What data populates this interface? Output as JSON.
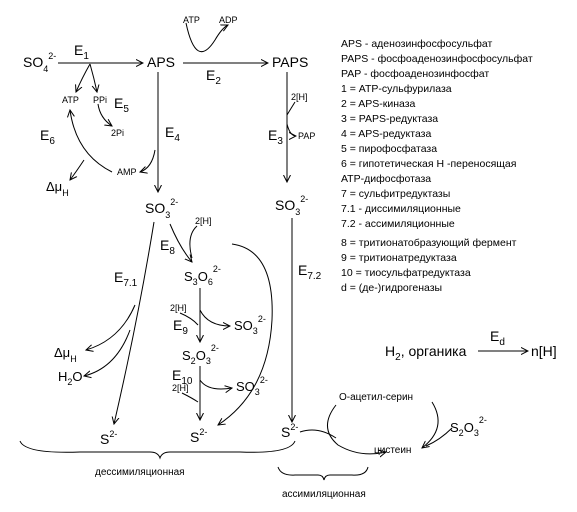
{
  "nodes": {
    "so4": {
      "base": "SO",
      "sub": "4",
      "sup": "2-"
    },
    "aps": "APS",
    "paps": "PAPS",
    "so3_left": {
      "base": "SO",
      "sub": "3",
      "sup": "2-"
    },
    "so3_right": {
      "base": "SO",
      "sub": "3",
      "sup": "2-"
    },
    "s3o6": {
      "a": "S",
      "a_sub": "3",
      "b": "O",
      "b_sub": "6",
      "sup": "2-"
    },
    "so3_mid1": {
      "base": "SO",
      "sub": "3",
      "sup": "2-"
    },
    "s2o3": {
      "a": "S",
      "a_sub": "2",
      "b": "O",
      "b_sub": "3",
      "sup": "2-"
    },
    "so3_mid2": {
      "base": "SO",
      "sub": "3",
      "sup": "2-"
    },
    "s_left": {
      "base": "S",
      "sup": "2-"
    },
    "s_mid": {
      "base": "S",
      "sup": "2-"
    },
    "s_right": {
      "base": "S",
      "sup": "2-"
    },
    "h2o": {
      "a": "H",
      "sub": "2",
      "b": "O"
    },
    "delta_mu_left": {
      "base": "Δμ",
      "sub": "H"
    },
    "delta_mu_bottom": {
      "base": "Δμ",
      "sub": "H"
    },
    "cysteine": "цистеин",
    "o_acetylserine": "О-ацетил-серин",
    "s2o3_right": {
      "a": "S",
      "a_sub": "2",
      "b": "O",
      "b_sub": "3",
      "sup": "2-"
    }
  },
  "small_labels": {
    "atp_top": "ATP",
    "adp_top": "ADP",
    "atp_left": "ATP",
    "ppi": "PPi",
    "two_pi": "2Pi",
    "amp": "AMP",
    "pap": "PAP",
    "h2_paps": "2[H]",
    "h2_s3o6": "2[H]",
    "h2_s2o3": "2[H]",
    "h2_s_mid": "2[H]"
  },
  "enzymes": {
    "e1": {
      "base": "E",
      "sub": "1"
    },
    "e2": {
      "base": "E",
      "sub": "2"
    },
    "e3": {
      "base": "E",
      "sub": "3"
    },
    "e4": {
      "base": "E",
      "sub": "4"
    },
    "e5": {
      "base": "E",
      "sub": "5"
    },
    "e6": {
      "base": "E",
      "sub": "6"
    },
    "e7_1": {
      "base": "E",
      "sub": "7.1"
    },
    "e7_2": {
      "base": "E",
      "sub": "7.2"
    },
    "e8": {
      "base": "E",
      "sub": "8"
    },
    "e9": {
      "base": "E",
      "sub": "9"
    },
    "e10": {
      "base": "E",
      "sub": "10"
    }
  },
  "hydrogenase": {
    "left_base": "H",
    "left_sub": "2",
    "left_rest": ", органика",
    "enzyme_base": "E",
    "enzyme_sub": "d",
    "right": "n[H]"
  },
  "legend": [
    "APS - аденозинфосфосульфат",
    "PAPS - фосфоаденозинфосфосульфат",
    "PAP - фосфоаденозинфосфат",
    "1 = АТР-сульфурилаза",
    "2 = APS-киназа",
    "3 = PAPS-редуктаза",
    "4 = APS-редуктаза",
    "5 = пирофосфатаза",
    "6 = гипотетическая Н -переносящая",
    "АТР-дифосфотаза",
    "7 = сульфитредуктазы",
    "7.1 - диссимиляционные",
    "7.2 - ассимиляционные",
    "8 = тритионатобразующий фермент",
    "9 = тритионатредуктаза",
    "10 = тиосульфатредуктаза",
    "d = (де-)гидрогеназы"
  ],
  "pathway_labels": {
    "dissimilatory": "дессимиляционная",
    "assimilatory": "ассимиляционная"
  }
}
